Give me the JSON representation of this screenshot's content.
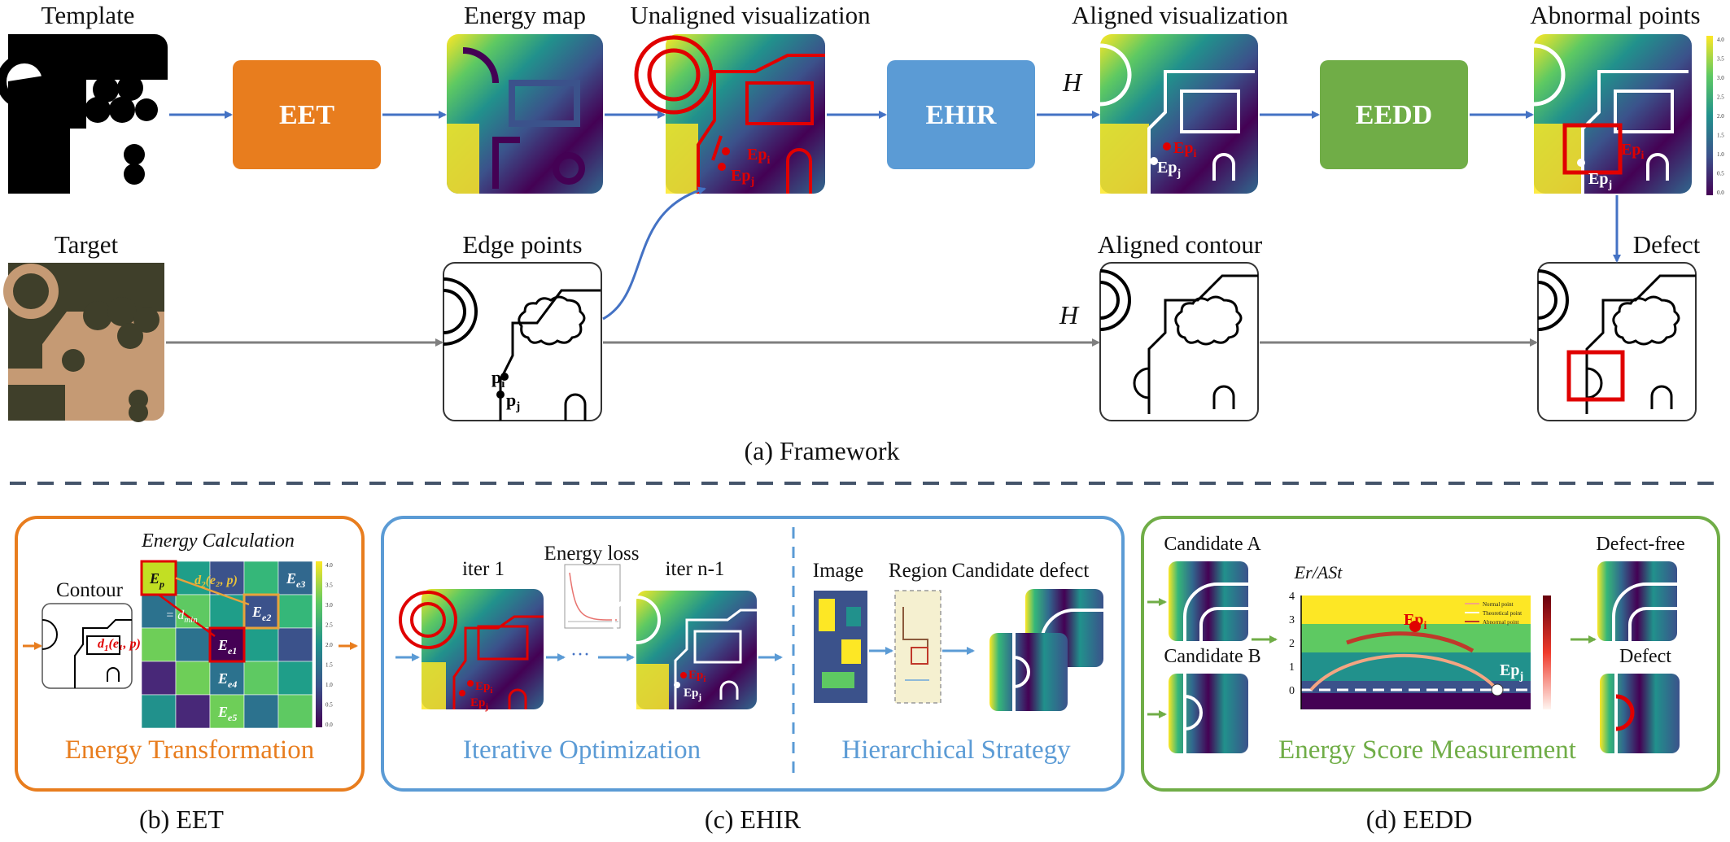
{
  "framework": {
    "labels": {
      "template": "Template",
      "energy_map": "Energy map",
      "unaligned": "Unaligned visualization",
      "aligned_vis": "Aligned visualization",
      "abnormal": "Abnormal points",
      "target": "Target",
      "edge_points": "Edge points",
      "aligned_contour": "Aligned contour",
      "defect": "Defect"
    },
    "blocks": {
      "eet": "EET",
      "ehir": "EHIR",
      "eedd": "EEDD"
    },
    "h_symbol": "H",
    "point_i": "Ep",
    "point_j": "Ep",
    "sub_i": "i",
    "sub_j": "j",
    "p_i": "p",
    "p_j": "p",
    "colorbar_ticks": [
      "4.0",
      "3.5",
      "3.0",
      "2.5",
      "2.0",
      "1.5",
      "1.0",
      "0.5",
      "0.0"
    ],
    "caption": "(a) Framework"
  },
  "eet_panel": {
    "contour": "Contour",
    "calc_title": "Energy Calculation",
    "grid_labels": [
      "E",
      "E",
      "E",
      "E",
      "E",
      "E"
    ],
    "grid_subs": [
      "p",
      "e3",
      "e2",
      "e1",
      "e4",
      "e5"
    ],
    "d_min": "= d",
    "d_min_sub": "min",
    "d1": "d",
    "d2": "d",
    "d1_args": "(e1, p)",
    "d2_args": "(e2, p)",
    "colorbar_ticks": [
      "4.0",
      "3.5",
      "3.0",
      "2.5",
      "2.0",
      "1.5",
      "1.0",
      "0.5",
      "0.0"
    ],
    "title": "Energy Transformation",
    "caption": "(b) EET"
  },
  "ehir_panel": {
    "iter1": "iter 1",
    "energy_loss": "Energy loss",
    "iter_n": "iter n-1",
    "dots": "···",
    "image": "Image",
    "region": "Region",
    "candidate": "Candidate defect",
    "iterative": "Iterative Optimization",
    "hierarchical": "Hierarchical Strategy",
    "caption": "(c) EHIR"
  },
  "eedd_panel": {
    "cand_a": "Candidate A",
    "cand_b": "Candidate B",
    "axis_label": "Er/ASt",
    "yticks": [
      "4",
      "3",
      "2",
      "1",
      "0"
    ],
    "legend": [
      "Normal point",
      "Theoretical point",
      "Abnormal point"
    ],
    "defect_free": "Defect-free",
    "defect": "Defect",
    "title": "Energy Score Measurement",
    "caption": "(d) EEDD"
  },
  "colors": {
    "eet_orange": "#E87D1E",
    "ehir_blue": "#5B9BD5",
    "eedd_green": "#70AD47",
    "arrow_blue": "#4472C4",
    "arrow_gray": "#7F7F7F",
    "target_dark": "#3F3F2A",
    "target_light": "#C59A74",
    "abnormal_red": "#E00000"
  }
}
